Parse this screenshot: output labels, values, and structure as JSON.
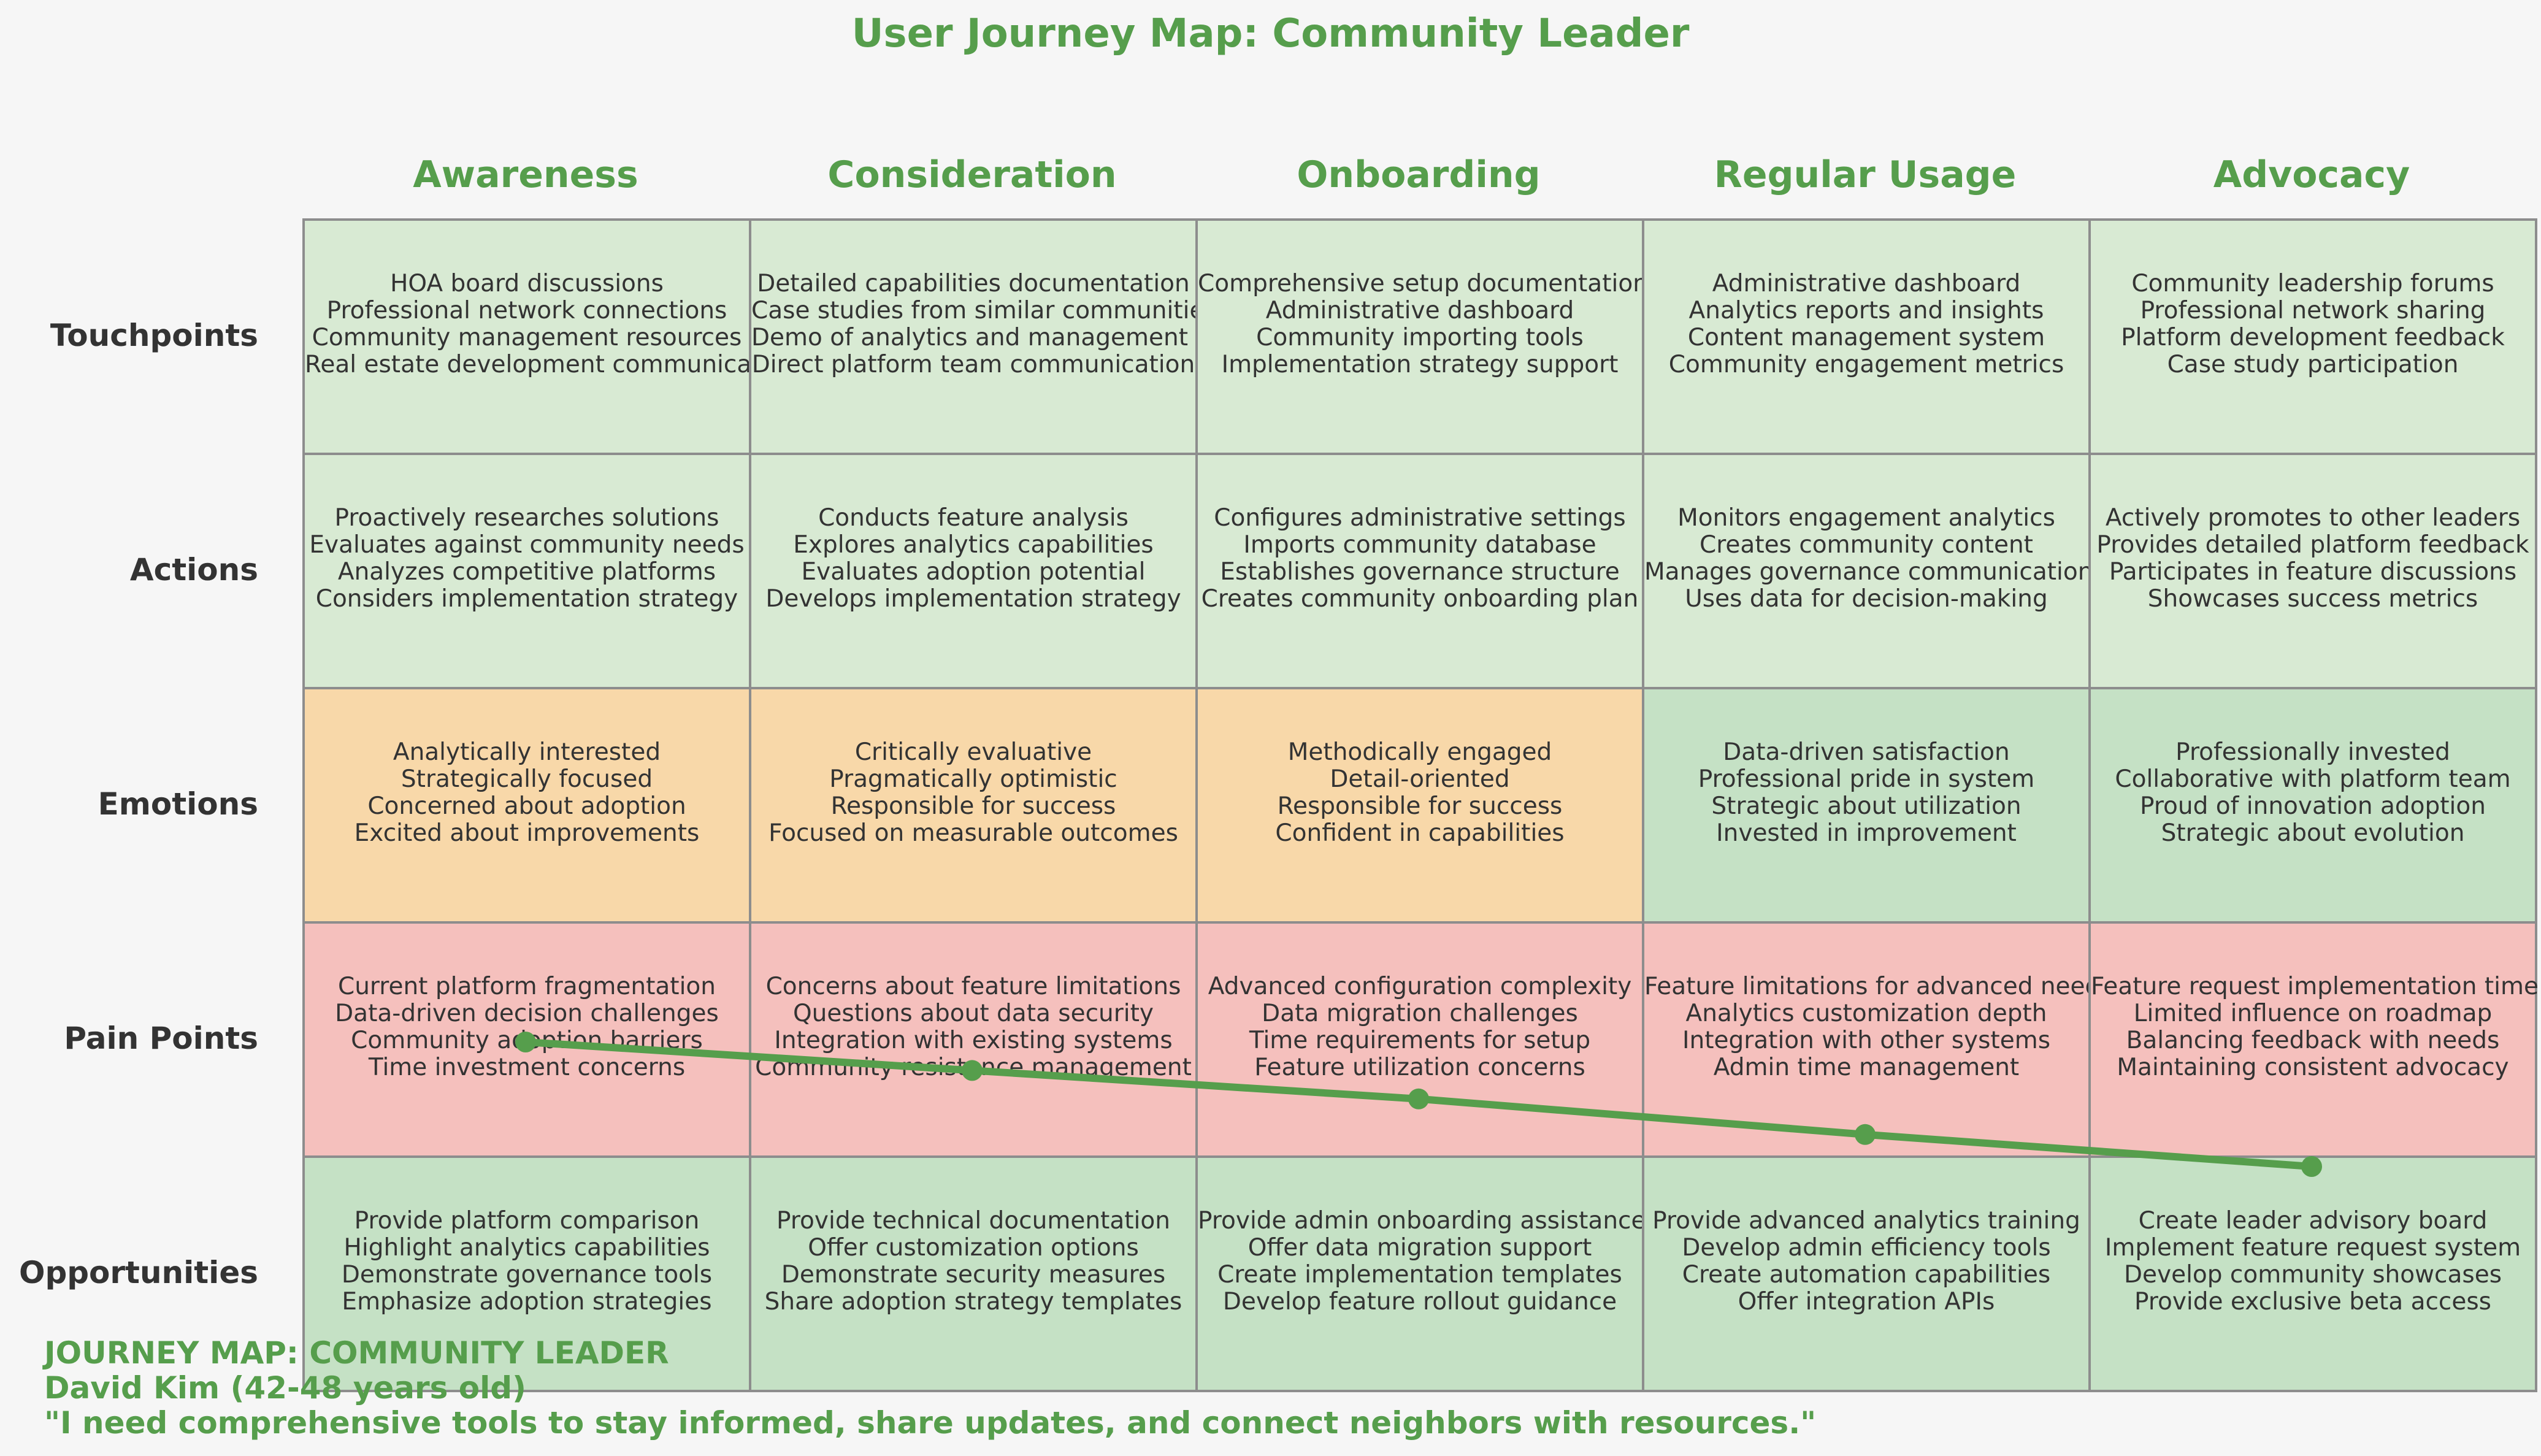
{
  "title": "User Journey Map: Community Leader",
  "stages": [
    "Awareness",
    "Consideration",
    "Onboarding",
    "Regular Usage",
    "Advocacy"
  ],
  "rows": [
    {
      "label": "Touchpoints",
      "colors": [
        "#d8ead3",
        "#d8ead3",
        "#d8ead3",
        "#d8ead3",
        "#d8ead3"
      ],
      "cells": [
        [
          "HOA board discussions",
          "Professional network connections",
          "Community management resources",
          "Real estate development communications"
        ],
        [
          "Detailed capabilities documentation",
          "Case studies from similar communities",
          "Demo of analytics and management tools",
          "Direct platform team communication"
        ],
        [
          "Comprehensive setup documentation",
          "Administrative dashboard",
          "Community importing tools",
          "Implementation strategy support"
        ],
        [
          "Administrative dashboard",
          "Analytics reports and insights",
          "Content management system",
          "Community engagement metrics"
        ],
        [
          "Community leadership forums",
          "Professional network sharing",
          "Platform development feedback",
          "Case study participation"
        ]
      ]
    },
    {
      "label": "Actions",
      "colors": [
        "#d8ead3",
        "#d8ead3",
        "#d8ead3",
        "#d8ead3",
        "#d8ead3"
      ],
      "cells": [
        [
          "Proactively researches solutions",
          "Evaluates against community needs",
          "Analyzes competitive platforms",
          "Considers implementation strategy"
        ],
        [
          "Conducts feature analysis",
          "Explores analytics capabilities",
          "Evaluates adoption potential",
          "Develops implementation strategy"
        ],
        [
          "Configures administrative settings",
          "Imports community database",
          "Establishes governance structure",
          "Creates community onboarding plan"
        ],
        [
          "Monitors engagement analytics",
          "Creates community content",
          "Manages governance communications",
          "Uses data for decision-making"
        ],
        [
          "Actively promotes to other leaders",
          "Provides detailed platform feedback",
          "Participates in feature discussions",
          "Showcases success metrics"
        ]
      ]
    },
    {
      "label": "Emotions",
      "colors": [
        "#f8d8a9",
        "#f8d8a9",
        "#f8d8a9",
        "#c5e1c5",
        "#c5e1c5"
      ],
      "cells": [
        [
          "Analytically interested",
          "Strategically focused",
          "Concerned about adoption",
          "Excited about improvements"
        ],
        [
          "Critically evaluative",
          "Pragmatically optimistic",
          "Responsible for success",
          "Focused on measurable outcomes"
        ],
        [
          "Methodically engaged",
          "Detail-oriented",
          "Responsible for success",
          "Confident in capabilities"
        ],
        [
          "Data-driven satisfaction",
          "Professional pride in system",
          "Strategic about utilization",
          "Invested in improvement"
        ],
        [
          "Professionally invested",
          "Collaborative with platform team",
          "Proud of innovation adoption",
          "Strategic about evolution"
        ]
      ]
    },
    {
      "label": "Pain Points",
      "colors": [
        "#f5c0bd",
        "#f5c0bd",
        "#f5c0bd",
        "#f5c0bd",
        "#f5c0bd"
      ],
      "cells": [
        [
          "Current platform fragmentation",
          "Data-driven decision challenges",
          "Community adoption barriers",
          "Time investment concerns"
        ],
        [
          "Concerns about feature limitations",
          "Questions about data security",
          "Integration with existing systems",
          "Community resistance management"
        ],
        [
          "Advanced configuration complexity",
          "Data migration challenges",
          "Time requirements for setup",
          "Feature utilization concerns"
        ],
        [
          "Feature limitations for advanced needs",
          "Analytics customization depth",
          "Integration with other systems",
          "Admin time management"
        ],
        [
          "Feature request implementation time",
          "Limited influence on roadmap",
          "Balancing feedback with needs",
          "Maintaining consistent advocacy"
        ]
      ]
    },
    {
      "label": "Opportunities",
      "colors": [
        "#c5e1c5",
        "#c5e1c5",
        "#c5e1c5",
        "#c5e1c5",
        "#c5e1c5"
      ],
      "cells": [
        [
          "Provide platform comparison",
          "Highlight analytics capabilities",
          "Demonstrate governance tools",
          "Emphasize adoption strategies"
        ],
        [
          "Provide technical documentation",
          "Offer customization options",
          "Demonstrate security measures",
          "Share adoption strategy templates"
        ],
        [
          "Provide admin onboarding assistance",
          "Offer data migration support",
          "Create implementation templates",
          "Develop feature rollout guidance"
        ],
        [
          "Provide advanced analytics training",
          "Develop admin efficiency tools",
          "Create automation capabilities",
          "Offer integration APIs"
        ],
        [
          "Create leader advisory board",
          "Implement feature request system",
          "Develop community showcases",
          "Provide exclusive beta access"
        ]
      ]
    }
  ],
  "emotion_curve": {
    "color": "#569e4c",
    "levels": [
      0.95,
      0.87,
      0.79,
      0.69,
      0.6
    ]
  },
  "persona": {
    "heading": "JOURNEY MAP: COMMUNITY LEADER",
    "name": "David Kim (42-48 years old)",
    "quote": "\"I need comprehensive tools to stay informed, share updates, and connect neighbors with resources.\""
  }
}
